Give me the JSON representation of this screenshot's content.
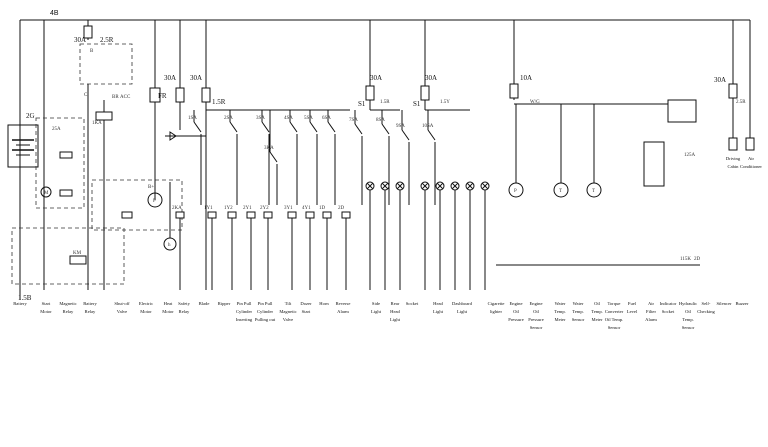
{
  "diagram": {
    "top_label": "4B",
    "battery_cable_label": "2G",
    "ground_label": "1.5B",
    "main_fuses": [
      "30A",
      "30A",
      "30A",
      "30A",
      "30A",
      "10A",
      "30A"
    ],
    "fuse_labels": {
      "starter": "30A",
      "fr": "FR",
      "f2": "30A",
      "f3": "30A",
      "side": "30A",
      "head": "30A",
      "gauge": "10A",
      "ac": "30A"
    },
    "ignition": {
      "label_25r": "2.5R",
      "b": "B",
      "acc": "ACC",
      "br": "BR",
      "c": "C",
      "ka": "1KA",
      "s_label": "25A"
    },
    "misc_labels": {
      "a15r": "1.5R",
      "s1a": "S1",
      "s1b": "S1",
      "a15y": "1.5Y",
      "a15r2": "1.5R",
      "wg": "W/G",
      "r25": "2.5R",
      "l25a": "125A",
      "l115k": "115K",
      "l2d": "2D",
      "b_plus": "B+",
      "f_label": "F",
      "h_label": "h",
      "km": "KM",
      "p": "P",
      "t1": "T",
      "t2": "T"
    },
    "switch_labels": [
      "1SA",
      "2SA",
      "3SA",
      "4SA",
      "5SA",
      "6SA",
      "7SA",
      "8SA",
      "9SA",
      "10SA",
      "3KA"
    ],
    "coil_labels": [
      "2KA",
      "1Y1",
      "1Y2",
      "2Y1",
      "2Y2",
      "3Y1",
      "4Y1",
      "1D",
      "2D"
    ],
    "bottom_labels": [
      {
        "id": "battery",
        "text": [
          "Battery"
        ]
      },
      {
        "id": "start-motor",
        "text": [
          "Start",
          "Motor"
        ]
      },
      {
        "id": "magnetic-relay",
        "text": [
          "Magnetic",
          "Relay"
        ]
      },
      {
        "id": "battery-relay",
        "text": [
          "Battery",
          "Relay"
        ]
      },
      {
        "id": "shutoff-valve",
        "text": [
          "Shut-off",
          "Valve"
        ]
      },
      {
        "id": "electric-motor",
        "text": [
          "Electric",
          "Motor"
        ]
      },
      {
        "id": "heat-motor",
        "text": [
          "Heat",
          "Motor"
        ]
      },
      {
        "id": "safety-relay",
        "text": [
          "Safety",
          "Relay"
        ]
      },
      {
        "id": "blade",
        "text": [
          "Blade"
        ]
      },
      {
        "id": "ripper",
        "text": [
          "Ripper"
        ]
      },
      {
        "id": "pin-pull-cyl",
        "text": [
          "Pin Pull",
          "Cylinder",
          "Inserting"
        ]
      },
      {
        "id": "pin-pull-cyl-out",
        "text": [
          "Pin Pull",
          "Cylinder",
          "Pulling out"
        ]
      },
      {
        "id": "tilt-valve",
        "text": [
          "Tilt",
          "Magnetic",
          "Valve"
        ]
      },
      {
        "id": "dozer-start",
        "text": [
          "Dozer",
          "Start"
        ]
      },
      {
        "id": "horn",
        "text": [
          "Horn"
        ]
      },
      {
        "id": "reverse-alarm",
        "text": [
          "Reverse",
          "Alarm"
        ]
      },
      {
        "id": "side-light",
        "text": [
          "Side",
          "Light"
        ]
      },
      {
        "id": "rear-head-light",
        "text": [
          "Rear",
          "Head",
          "Light"
        ]
      },
      {
        "id": "socket",
        "text": [
          "Socket"
        ]
      },
      {
        "id": "head-light",
        "text": [
          "Head",
          "Light"
        ]
      },
      {
        "id": "dashboard-light",
        "text": [
          "Dashboard",
          "Light"
        ]
      },
      {
        "id": "cigarette-lighter",
        "text": [
          "Cigarette",
          "lighter"
        ]
      },
      {
        "id": "engine-oil-pressure",
        "text": [
          "Engine",
          "Oil",
          "Pressure"
        ]
      },
      {
        "id": "engine-oil-pressure-sensor",
        "text": [
          "Engine",
          "Oil",
          "Pressure",
          "Sensor"
        ]
      },
      {
        "id": "water-temp-meter",
        "text": [
          "Water",
          "Temp.",
          "Meter"
        ]
      },
      {
        "id": "water-temp-sensor",
        "text": [
          "Water",
          "Temp.",
          "Sensor"
        ]
      },
      {
        "id": "oil-temp-meter",
        "text": [
          "Oil",
          "Temp.",
          "Meter"
        ]
      },
      {
        "id": "torque-converter",
        "text": [
          "Torque",
          "Converter",
          "Oil Temp.",
          "Sensor"
        ]
      },
      {
        "id": "fuel-level",
        "text": [
          "Fuel",
          "Level"
        ]
      },
      {
        "id": "air-filter",
        "text": [
          "Air",
          "Filter",
          "Alarm"
        ]
      },
      {
        "id": "indicator-socket",
        "text": [
          "Indicator",
          "Socket"
        ]
      },
      {
        "id": "hydraulic-oil-temp",
        "text": [
          "Hydraulic",
          "Oil",
          "Temp.",
          "Sensor"
        ]
      },
      {
        "id": "self-checking",
        "text": [
          "Self-",
          "Checking"
        ]
      },
      {
        "id": "silencer",
        "text": [
          "Silencer"
        ]
      },
      {
        "id": "buzzer",
        "text": [
          "Buzzer"
        ]
      }
    ],
    "right_labels": [
      {
        "id": "driving-cabin",
        "text": [
          "Driving",
          "Cabin"
        ]
      },
      {
        "id": "air-conditioner",
        "text": [
          "Air",
          "Conditioner"
        ]
      }
    ]
  }
}
